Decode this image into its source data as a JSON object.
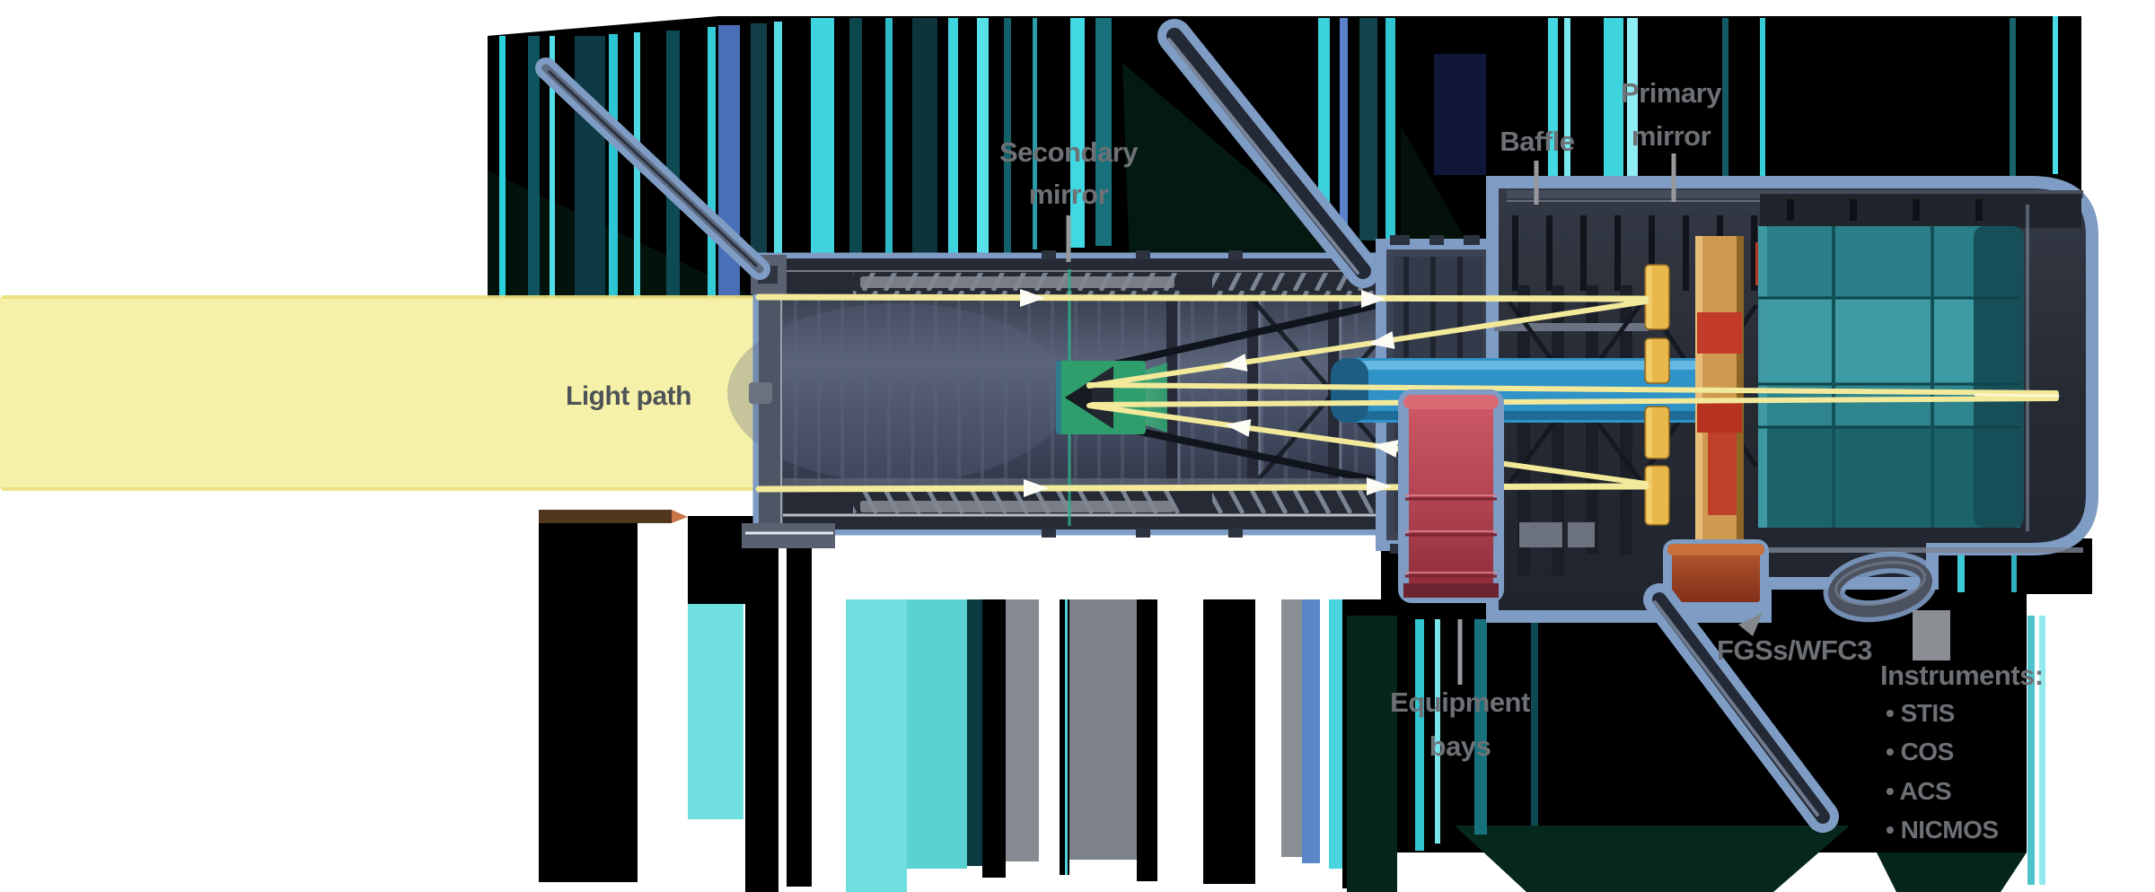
{
  "labels": {
    "light_path": "Light path",
    "secondary_mirror_line1": "Secondary",
    "secondary_mirror_line2": "mirror",
    "baffle": "Baffle",
    "primary_mirror_line1": "Primary",
    "primary_mirror_line2": "mirror",
    "equipment_bays_line1": "Equipment",
    "equipment_bays_line2": "bays",
    "fgs_wfc3": "FGSs/WFC3",
    "instruments_heading": "Instruments:",
    "instruments": [
      "• STIS",
      "• COS",
      "• ACS",
      "• NICMOS"
    ]
  },
  "colors": {
    "beam": "#f6f1a8",
    "ray": "#f2e99b",
    "label_gray": "#6d7175",
    "light_path_gray": "#4e5358",
    "halo_blue": "#7e9cc4",
    "body_dark": "#262a33",
    "secondary_green": "#2f9e6d",
    "baffle_blue": "#2f93c8",
    "primary_gold": "#e9b84b",
    "bay_red": "#b04350",
    "aft_teal": "#2a7f89",
    "fgs_brown": "#a33d20"
  }
}
